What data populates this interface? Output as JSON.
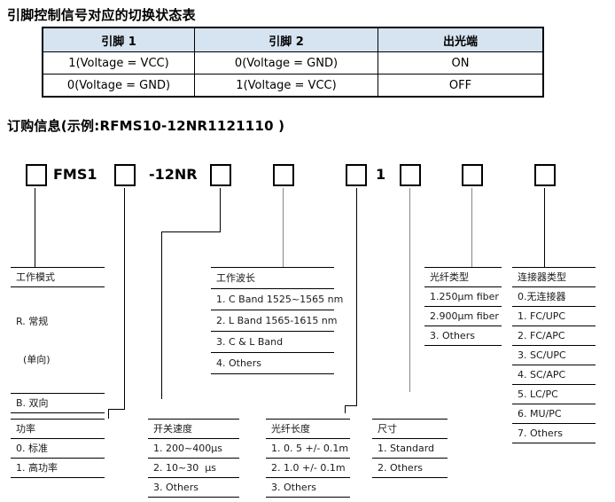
{
  "titles": {
    "section1": "引脚控制信号对应的切换状态表",
    "section2": "订购信息(示例:RFMS10-12NR1121110 )"
  },
  "state_table": {
    "headers": [
      "引脚 1",
      "引脚 2",
      "出光端"
    ],
    "rows": [
      [
        "1(Voltage = VCC)",
        "0(Voltage = GND)",
        "ON"
      ],
      [
        "0(Voltage = GND)",
        "1(Voltage = VCC)",
        "OFF"
      ]
    ]
  },
  "colors": {
    "table_header_bg": "#d6e3f0",
    "line_black": "#000000",
    "line_gray": "#888888"
  },
  "ordering": {
    "code": {
      "prefix_label": "FMS1",
      "mid_label": "-12NR",
      "fixed_digit": "1"
    },
    "lists": {
      "mode": {
        "title": "工作模式",
        "item1a": "R. 常规",
        "item1b": "(单向)",
        "item2": "B. 双向"
      },
      "wavelength": {
        "title": "工作波长",
        "items": [
          "1. C Band 1525~1565 nm",
          "2. L Band 1565-1615 nm",
          "3. C & L Band",
          "4. Others"
        ]
      },
      "fiber_type": {
        "title": "光纤类型",
        "items": [
          "1.250μm fiber",
          "2.900μm fiber",
          "3. Others"
        ]
      },
      "connector": {
        "title": "连接器类型",
        "items": [
          "0.无连接器",
          "1. FC/UPC",
          "2. FC/APC",
          "3. SC/UPC",
          "4. SC/APC",
          "5. LC/PC",
          "6. MU/PC",
          "7. Others"
        ]
      },
      "power": {
        "title": "功率",
        "items": [
          "0. 标准",
          "1. 高功率"
        ]
      },
      "speed": {
        "title": "开关速度",
        "items": [
          "1. 200~400μs",
          "2. 10~30  μs",
          "3. Others"
        ]
      },
      "length": {
        "title": "光纤长度",
        "items": [
          "1. 0. 5 +/- 0.1m",
          "2. 1.0 +/- 0.1m",
          "3. Others"
        ]
      },
      "size": {
        "title": "尺寸",
        "items": [
          "1. Standard",
          "2. Others"
        ]
      }
    }
  }
}
